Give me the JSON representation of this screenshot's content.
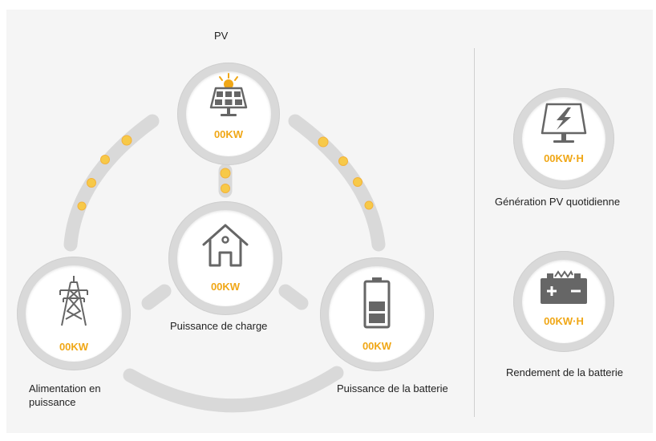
{
  "nodes": {
    "pv": {
      "title": "PV",
      "value": "00KW"
    },
    "load": {
      "label": "Puissance de charge",
      "value": "00KW"
    },
    "grid": {
      "label": "Alimentation en puissance",
      "value": "00KW"
    },
    "battery": {
      "label": "Puissance de la batterie",
      "value": "00KW"
    }
  },
  "stats": {
    "pv_daily": {
      "label": "Génération PV quotidienne",
      "value": "00KW·H",
      "icon": "solar-bolt-icon"
    },
    "battery_yield": {
      "label": "Rendement de la batterie",
      "value": "00KW·H",
      "icon": "battery-terminals-icon"
    }
  },
  "colors": {
    "accent": "#f0a716",
    "ring": "#d9d9d9",
    "icon": "#666666",
    "dot": "#f7c948"
  }
}
